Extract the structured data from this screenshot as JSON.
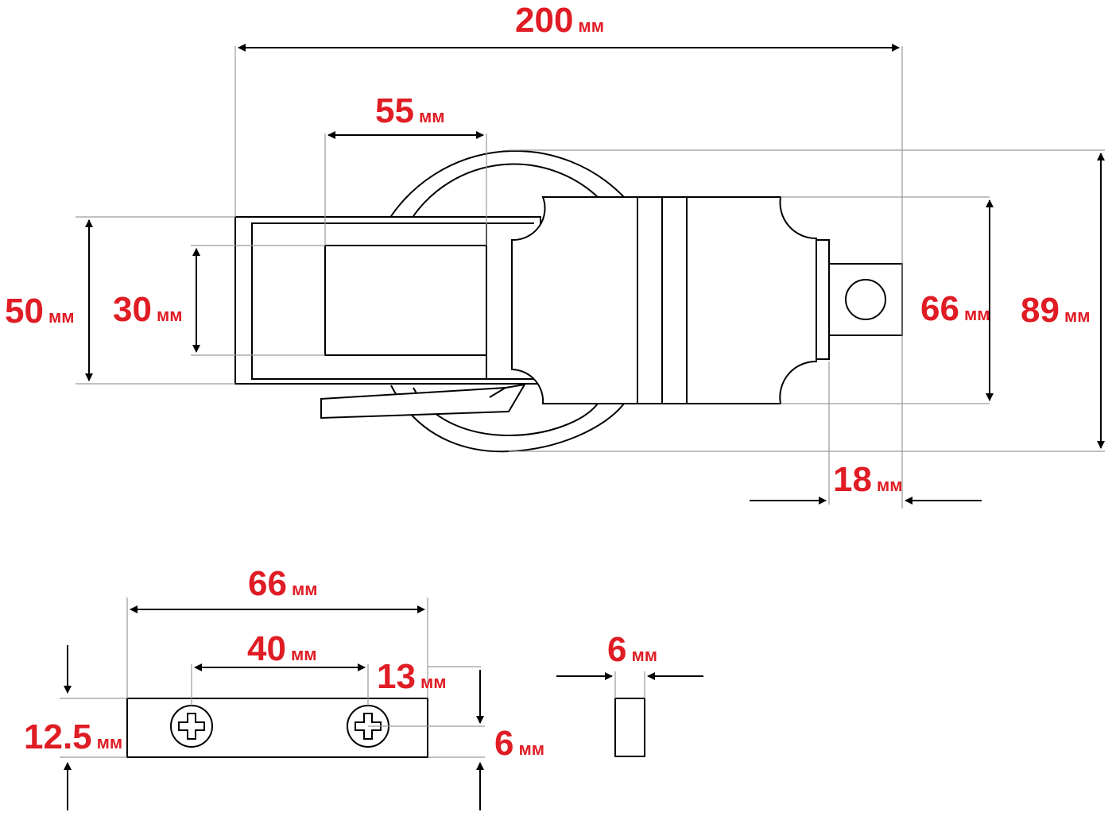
{
  "colors": {
    "dimension_text": "#e01c24",
    "line": "#000000",
    "extension_line": "#9a9a9a",
    "background": "#ffffff"
  },
  "unit": "мм",
  "dimensions": {
    "total_length": "200",
    "slot_length": "55",
    "plate_height": "50",
    "slot_height": "30",
    "body_height": "66",
    "overall_height": "89",
    "tongue_length": "18",
    "keeper_length": "66",
    "hole_spacing": "40",
    "edge_to_hole": "13",
    "keeper_height": "12.5",
    "hole_offset": "6",
    "keeper_thickness": "6"
  }
}
